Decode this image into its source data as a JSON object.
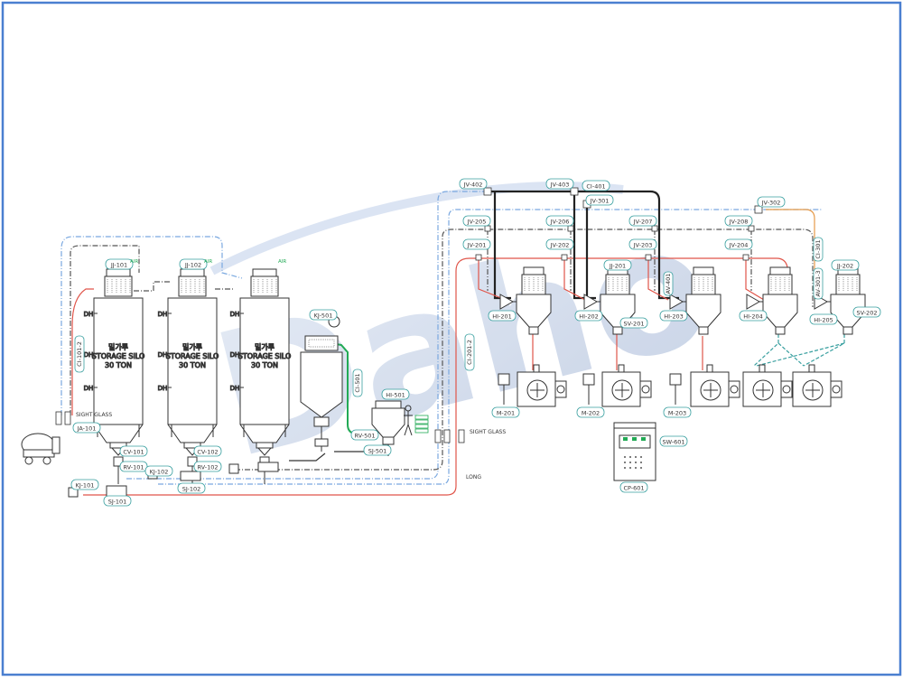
{
  "watermark": "Daho",
  "colors": {
    "frame": "#4a7fd0",
    "line_dark": "#333333",
    "line_blue": "#7aa8e0",
    "line_red": "#e0554a",
    "line_green": "#22aa55",
    "line_orange": "#e59a4a",
    "tag_border": "#3aa0a0",
    "watermark": "#c9d4e8"
  },
  "silos": [
    {
      "kr": "밀가루",
      "en": "STORAGE SILO",
      "cap": "30 TON",
      "top_tag": "JJ-101",
      "cv_tag": "CV-101",
      "rv_tag": "RV-101"
    },
    {
      "kr": "밀가루",
      "en": "STORAGE SILO",
      "cap": "30 TON",
      "top_tag": "JJ-102",
      "cv_tag": "CV-102",
      "rv_tag": "RV-102"
    },
    {
      "kr": "밀가루",
      "en": "STORAGE SILO",
      "cap": "30 TON",
      "top_tag": "",
      "cv_tag": "",
      "rv_tag": ""
    }
  ],
  "level_mark": "DH",
  "left_tags": {
    "ci_line": "CI-101-2",
    "sight_glass": "SIGHT GLASS",
    "ja": "JA-101",
    "kj_102": "KJ-102",
    "kj_101": "KJ-101",
    "sj_101": "SJ-101",
    "sj_102": "SJ-102",
    "air": "AIR"
  },
  "mid_tags": {
    "kj_501": "KJ-501",
    "ci_501": "CI-501",
    "hi_501": "HI-501",
    "rv_501": "RV-501",
    "sj_501": "SJ-501",
    "ci_201_2": "CI-201-2",
    "sight_glass": "SIGHT GLASS",
    "long": "LONG"
  },
  "top_tags": {
    "jv_402": "JV-402",
    "jv_403": "JV-403",
    "ci_401": "CI-401",
    "jv_301": "JV-301",
    "jv_302": "JV-302",
    "jv_205": "JV-205",
    "jv_206": "JV-206",
    "jv_207": "JV-207",
    "jv_208": "JV-208",
    "jv_201": "JV-201",
    "jv_202": "JV-202",
    "jv_203": "JV-203",
    "jv_204": "JV-204",
    "ci_301": "CI-301",
    "av_401": "AV-401",
    "av_301_3": "AV-301-3"
  },
  "right_tags": {
    "jj_201": "JJ-201",
    "jj_202": "JJ-202",
    "hi_201": "HI-201",
    "hi_202": "HI-202",
    "hi_203": "HI-203",
    "hi_204": "HI-204",
    "hi_205": "HI-205",
    "sv_201": "SV-201",
    "sv_202": "SV-202",
    "m_201": "M-201",
    "m_202": "M-202",
    "m_203": "M-203"
  },
  "panel": {
    "tag": "CP-601",
    "sw": "SW-601"
  }
}
